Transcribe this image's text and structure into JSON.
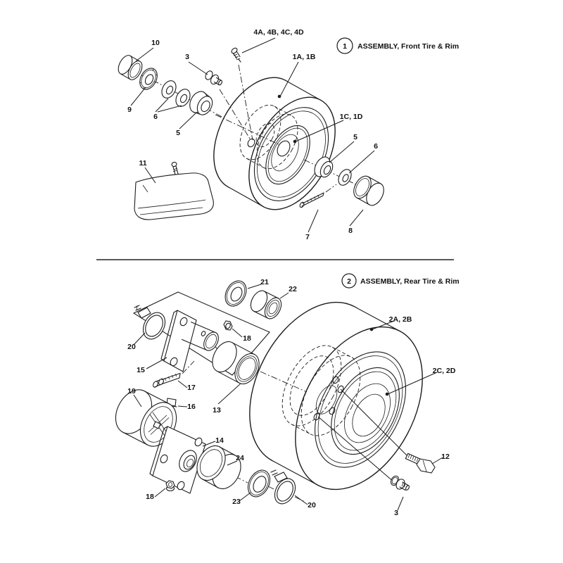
{
  "style": {
    "ink": "#1c1c1c",
    "background": "#ffffff"
  },
  "a1": {
    "badge": "1",
    "title": "ASSEMBLY, Front Tire & Rim",
    "callouts": {
      "c10": "10",
      "c3": "3",
      "c4": "4A, 4B, 4C, 4D",
      "c1ab": "1A, 1B",
      "c9": "9",
      "c6l": "6",
      "c5l": "5",
      "c1cd": "1C, 1D",
      "c5r": "5",
      "c6r": "6",
      "c7": "7",
      "c8": "8",
      "c11": "11"
    }
  },
  "a2": {
    "badge": "2",
    "title": "ASSEMBLY, Rear Tire & Rim",
    "callouts": {
      "c21": "21",
      "c22": "22",
      "c20l": "20",
      "c15": "15",
      "c18t": "18",
      "c2ab": "2A, 2B",
      "c2cd": "2C, 2D",
      "c17": "17",
      "c16": "16",
      "c13": "13",
      "c19": "19",
      "c14": "14",
      "c24": "24",
      "c18b": "18",
      "c23": "23",
      "c20r": "20",
      "c12": "12",
      "c3": "3"
    }
  }
}
